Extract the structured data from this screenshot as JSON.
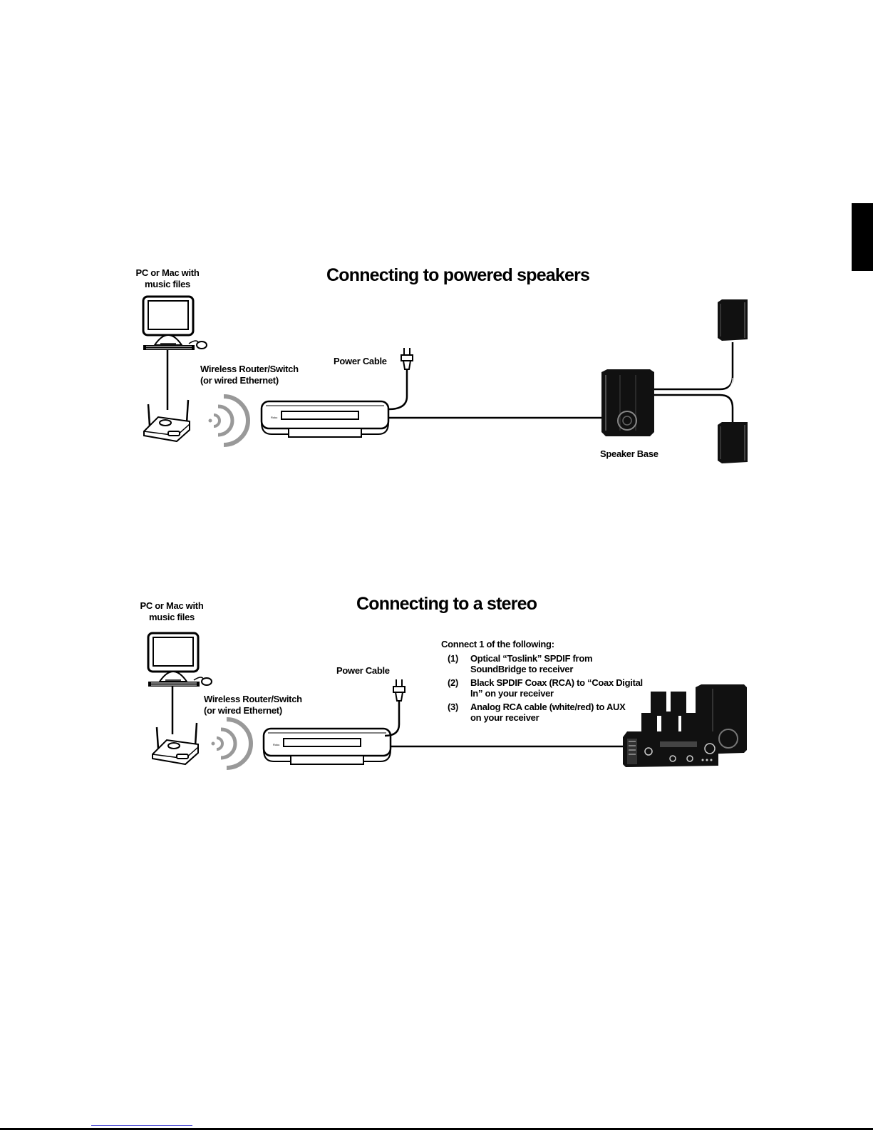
{
  "diagram1": {
    "title": "Connecting to powered speakers",
    "pc_label": "PC or Mac with\nmusic files",
    "router_label": "Wireless Router/Switch\n(or wired Ethernet)",
    "power_label": "Power Cable",
    "speaker_base_label": "Speaker Base"
  },
  "diagram2": {
    "title": "Connecting to a stereo",
    "pc_label": "PC or Mac with\nmusic files",
    "router_label": "Wireless Router/Switch\n(or wired Ethernet)",
    "power_label": "Power Cable",
    "connect_heading": "Connect 1 of the following:",
    "options": [
      {
        "num": "(1)",
        "text": "Optical “Toslink” SPDIF from\nSoundBridge to receiver"
      },
      {
        "num": "(2)",
        "text": "Black SPDIF Coax (RCA) to “Coax Digital\nIn” on your receiver"
      },
      {
        "num": "(3)",
        "text": "Analog RCA cable (white/red) to AUX\non your receiver"
      }
    ]
  },
  "icons": [
    "computer-icon",
    "router-icon",
    "wireless-signal-icon",
    "soundbridge-device-icon",
    "power-plug-icon",
    "speaker-base-icon",
    "satellite-speaker-icon",
    "stereo-receiver-icon"
  ]
}
